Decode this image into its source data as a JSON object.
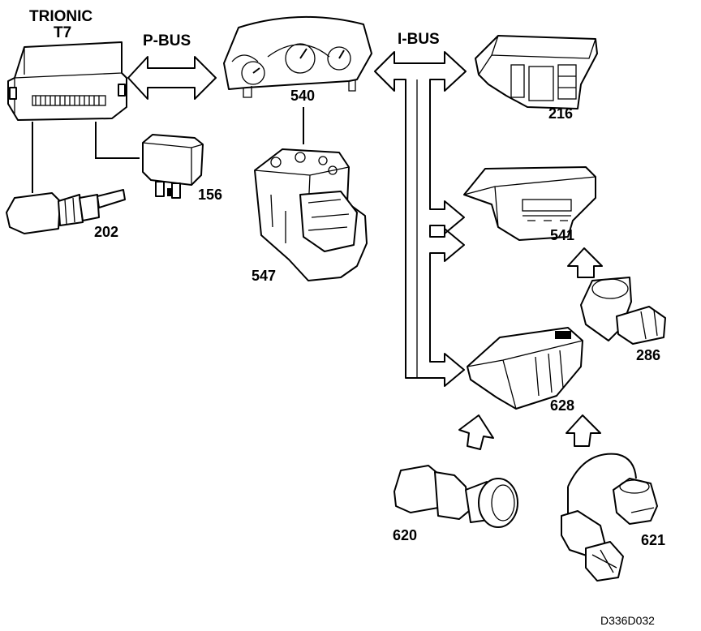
{
  "diagram": {
    "ecu": {
      "title_line1": "TRIONIC",
      "title_line2": "T7"
    },
    "buses": {
      "p_bus": "P-BUS",
      "i_bus": "I-BUS"
    },
    "components": {
      "c540": "540",
      "c216": "216",
      "c156": "156",
      "c202": "202",
      "c547": "547",
      "c541": "541",
      "c286": "286",
      "c628": "628",
      "c620": "620",
      "c621": "621"
    },
    "drawing_code": "D336D032"
  }
}
